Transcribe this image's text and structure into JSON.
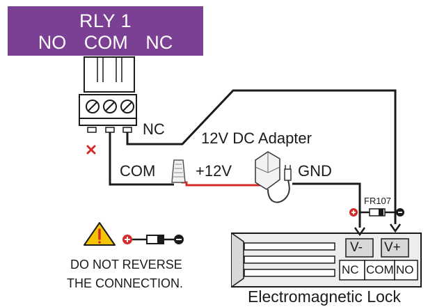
{
  "relay": {
    "title": "RLY 1",
    "pins": "NO  COM  NC",
    "bg_color": "#7b3f93"
  },
  "wires": {
    "nc": "NC",
    "com": "COM",
    "plus12": "+12V",
    "gnd": "GND",
    "adapter": "12V DC Adapter",
    "diode": "FR107"
  },
  "lock": {
    "v_minus": "V-",
    "v_plus": "V+",
    "nc": "NC",
    "com": "COM",
    "no": "NO",
    "title": "Electromagnetic Lock"
  },
  "warning": {
    "line1": "DO NOT REVERSE",
    "line2": "THE CONNECTION."
  },
  "colors": {
    "wire": "#1a1a1a",
    "positive": "#d42a2a",
    "warning": "#f5c400",
    "lock_fill": "#ededed",
    "terminal_fill": "#d8d8d8"
  }
}
